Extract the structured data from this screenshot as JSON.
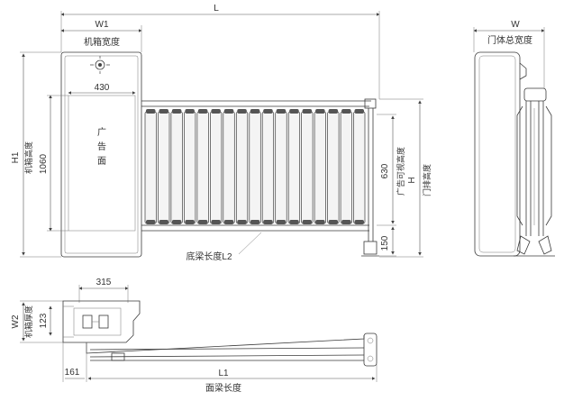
{
  "front": {
    "L_label": "L",
    "W1_label": "W1",
    "cabinet_width_label": "机箱宽度",
    "dim_430": "430",
    "ad_label_1": "广",
    "ad_label_2": "告",
    "ad_label_3": "面",
    "H1_label": "H1",
    "cabinet_height_label": "机箱高度",
    "dim_1060": "1060",
    "dim_630": "630",
    "ad_visible_height_label": "广告可视高度",
    "H_label": "H",
    "row_height_label": "门排高度",
    "dim_150": "150",
    "base_beam_label": "底梁长度L2"
  },
  "side": {
    "W_label": "W",
    "door_total_width_label": "门体总宽度"
  },
  "top": {
    "dim_315": "315",
    "W2_label": "W2",
    "cabinet_thickness_label": "机箱厚度",
    "dim_123": "123",
    "dim_161": "161",
    "L1_label": "L1",
    "face_beam_label": "面梁长度"
  },
  "colors": {
    "line": "#3a3a3a",
    "panel_fill": "#f4f4f4"
  }
}
